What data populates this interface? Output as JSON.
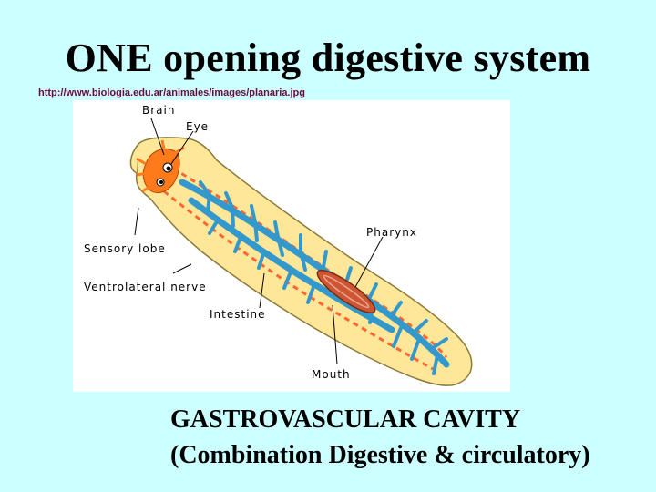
{
  "title": "ONE opening digestive system",
  "source_url": "http://www.biologia.edu.ar/animales/images/planaria.jpg",
  "labels": {
    "brain": "Brain",
    "eye": "Eye",
    "pharynx": "Pharynx",
    "sensory_lobe": "Sensory lobe",
    "ventrolateral_nerve": "Ventrolateral nerve",
    "intestine": "Intestine",
    "mouth": "Mouth"
  },
  "caption": {
    "line1": "GASTROVASCULAR CAVITY",
    "line2": "(Combination Digestive & circulatory)"
  },
  "colors": {
    "background": "#ccffff",
    "body_fill": "#ffe79a",
    "intestine": "#3399cc",
    "brain": "#ff7a1a",
    "nerve": "#ff6633",
    "pharynx": "#cc5533"
  }
}
